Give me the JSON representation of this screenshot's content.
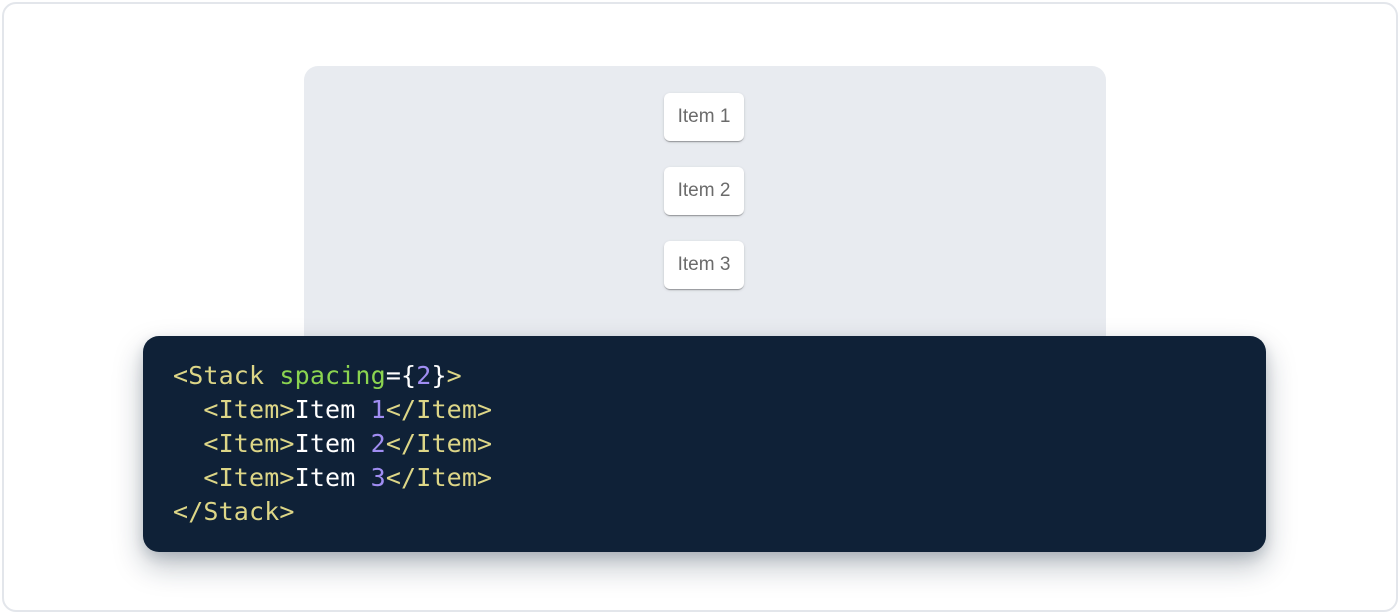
{
  "demo": {
    "items": [
      {
        "label": "Item 1"
      },
      {
        "label": "Item 2"
      },
      {
        "label": "Item 3"
      }
    ]
  },
  "code": {
    "language": "jsx",
    "plain_text": "<Stack spacing={2}>\n  <Item>Item 1</Item>\n  <Item>Item 2</Item>\n  <Item>Item 3</Item>\n</Stack>",
    "lines": [
      [
        {
          "t": "<Stack",
          "c": "tag"
        },
        {
          "t": " ",
          "c": "plain"
        },
        {
          "t": "spacing",
          "c": "attr"
        },
        {
          "t": "=",
          "c": "plain"
        },
        {
          "t": "{",
          "c": "plain"
        },
        {
          "t": "2",
          "c": "num"
        },
        {
          "t": "}",
          "c": "plain"
        },
        {
          "t": ">",
          "c": "tag"
        }
      ],
      [
        {
          "t": "  ",
          "c": "plain"
        },
        {
          "t": "<Item>",
          "c": "tag"
        },
        {
          "t": "Item ",
          "c": "plain"
        },
        {
          "t": "1",
          "c": "num"
        },
        {
          "t": "</Item>",
          "c": "tag"
        }
      ],
      [
        {
          "t": "  ",
          "c": "plain"
        },
        {
          "t": "<Item>",
          "c": "tag"
        },
        {
          "t": "Item ",
          "c": "plain"
        },
        {
          "t": "2",
          "c": "num"
        },
        {
          "t": "</Item>",
          "c": "tag"
        }
      ],
      [
        {
          "t": "  ",
          "c": "plain"
        },
        {
          "t": "<Item>",
          "c": "tag"
        },
        {
          "t": "Item ",
          "c": "plain"
        },
        {
          "t": "3",
          "c": "num"
        },
        {
          "t": "</Item>",
          "c": "tag"
        }
      ],
      [
        {
          "t": "</Stack>",
          "c": "tag"
        }
      ]
    ]
  },
  "colors": {
    "card_background": "#ffffff",
    "card_border": "#e3e6eb",
    "panel_background": "#e8ebf0",
    "item_text": "#6b6b6b",
    "code_background": "#0f2137",
    "syntax_tag": "#ddd687",
    "syntax_attr_name": "#8bd450",
    "syntax_number": "#a08df2",
    "syntax_plain": "#ffffff"
  }
}
